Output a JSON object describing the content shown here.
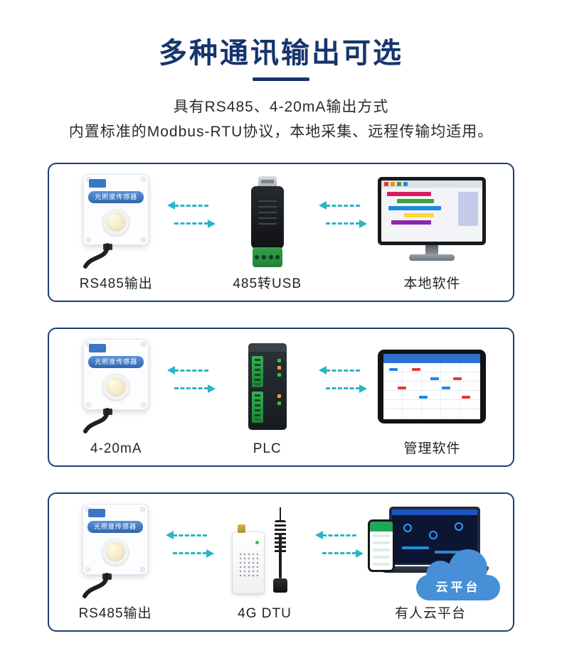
{
  "header": {
    "title": "多种通讯输出可选",
    "subtitle_line1": "具有RS485、4-20mA输出方式",
    "subtitle_line2": "内置标准的Modbus-RTU协议，本地采集、远程传输均适用。"
  },
  "colors": {
    "title_navy": "#16356e",
    "card_border": "#1c3e72",
    "arrow_teal": "#2ab5c5",
    "sensor_strip_blue": "#3a76c4",
    "terminal_green": "#2fa04a",
    "cloud_blue": "#478fd6"
  },
  "sensor": {
    "tag": "光照度传感器"
  },
  "cloud": {
    "label": "云平台"
  },
  "rows": [
    {
      "left_label": "RS485输出",
      "middle_label": "485转USB",
      "right_label": "本地软件"
    },
    {
      "left_label": "4-20mA",
      "middle_label": "PLC",
      "right_label": "管理软件"
    },
    {
      "left_label": "RS485输出",
      "middle_label": "4G DTU",
      "right_label": "有人云平台"
    }
  ]
}
